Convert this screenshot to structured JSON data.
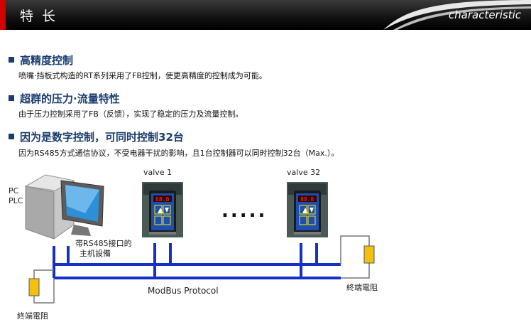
{
  "header": {
    "title": "特 长",
    "subtitle": "characteristic"
  },
  "sections": [
    {
      "heading": "高精度控制",
      "body": "喷嘴·挡板式构造的RT系列采用了FB控制，使更高精度的控制成为可能。"
    },
    {
      "heading": "超群的压力·流量特性",
      "body": "由于压力控制采用了FB（反馈），实现了稳定的压力及流量控制。"
    },
    {
      "heading": "因为是数字控制，可同时控制32台",
      "body": "因为RS485方式通信协议，不受电器干扰的影响，且1台控制器可以同时控制32台（Max.）。"
    }
  ],
  "diagram": {
    "pc_label_1": "PC",
    "pc_label_2": "PLC",
    "host_label_1": "帯RS485接口的",
    "host_label_2": "主机設備",
    "valve1": "valve 1",
    "valve32": "valve 32",
    "dots": ".....",
    "protocol": "ModBus Protocol",
    "terminator_right": "終端電阻",
    "terminator_left": "終端電阻",
    "bus_color": "#1530c8"
  }
}
